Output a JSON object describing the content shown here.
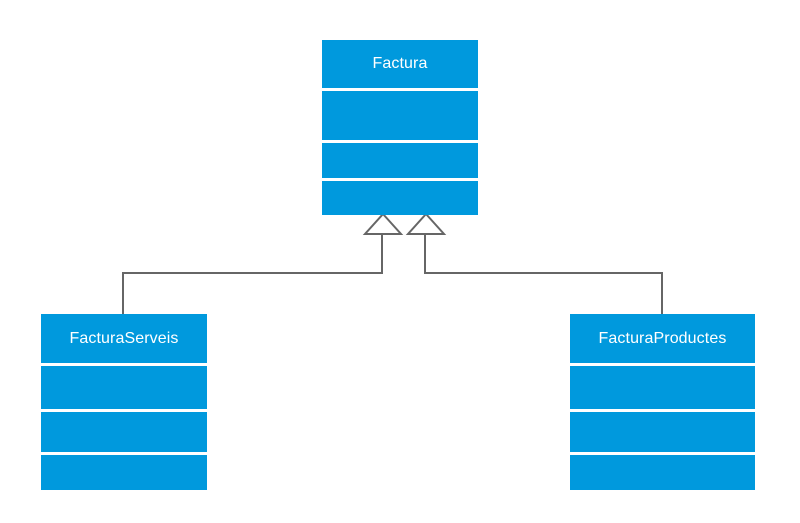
{
  "diagram": {
    "kind": "uml-class-diagram",
    "background_color": "#ffffff",
    "class_fill_color": "#0099dd",
    "class_text_color": "#ffffff",
    "edge_color": "#666666",
    "relationship_type": "generalization"
  },
  "classes": {
    "parent": {
      "name": "Factura",
      "compartment_count": 4,
      "compartments": [
        "",
        "",
        ""
      ]
    },
    "child_left": {
      "name": "FacturaServeis",
      "compartment_count": 4,
      "compartments": [
        "",
        "",
        ""
      ]
    },
    "child_right": {
      "name": "FacturaProductes",
      "compartment_count": 4,
      "compartments": [
        "",
        "",
        ""
      ]
    }
  },
  "relationships": [
    {
      "from": "FacturaServeis",
      "to": "Factura",
      "type": "generalization",
      "arrow": "hollow-triangle"
    },
    {
      "from": "FacturaProductes",
      "to": "Factura",
      "type": "generalization",
      "arrow": "hollow-triangle"
    }
  ]
}
